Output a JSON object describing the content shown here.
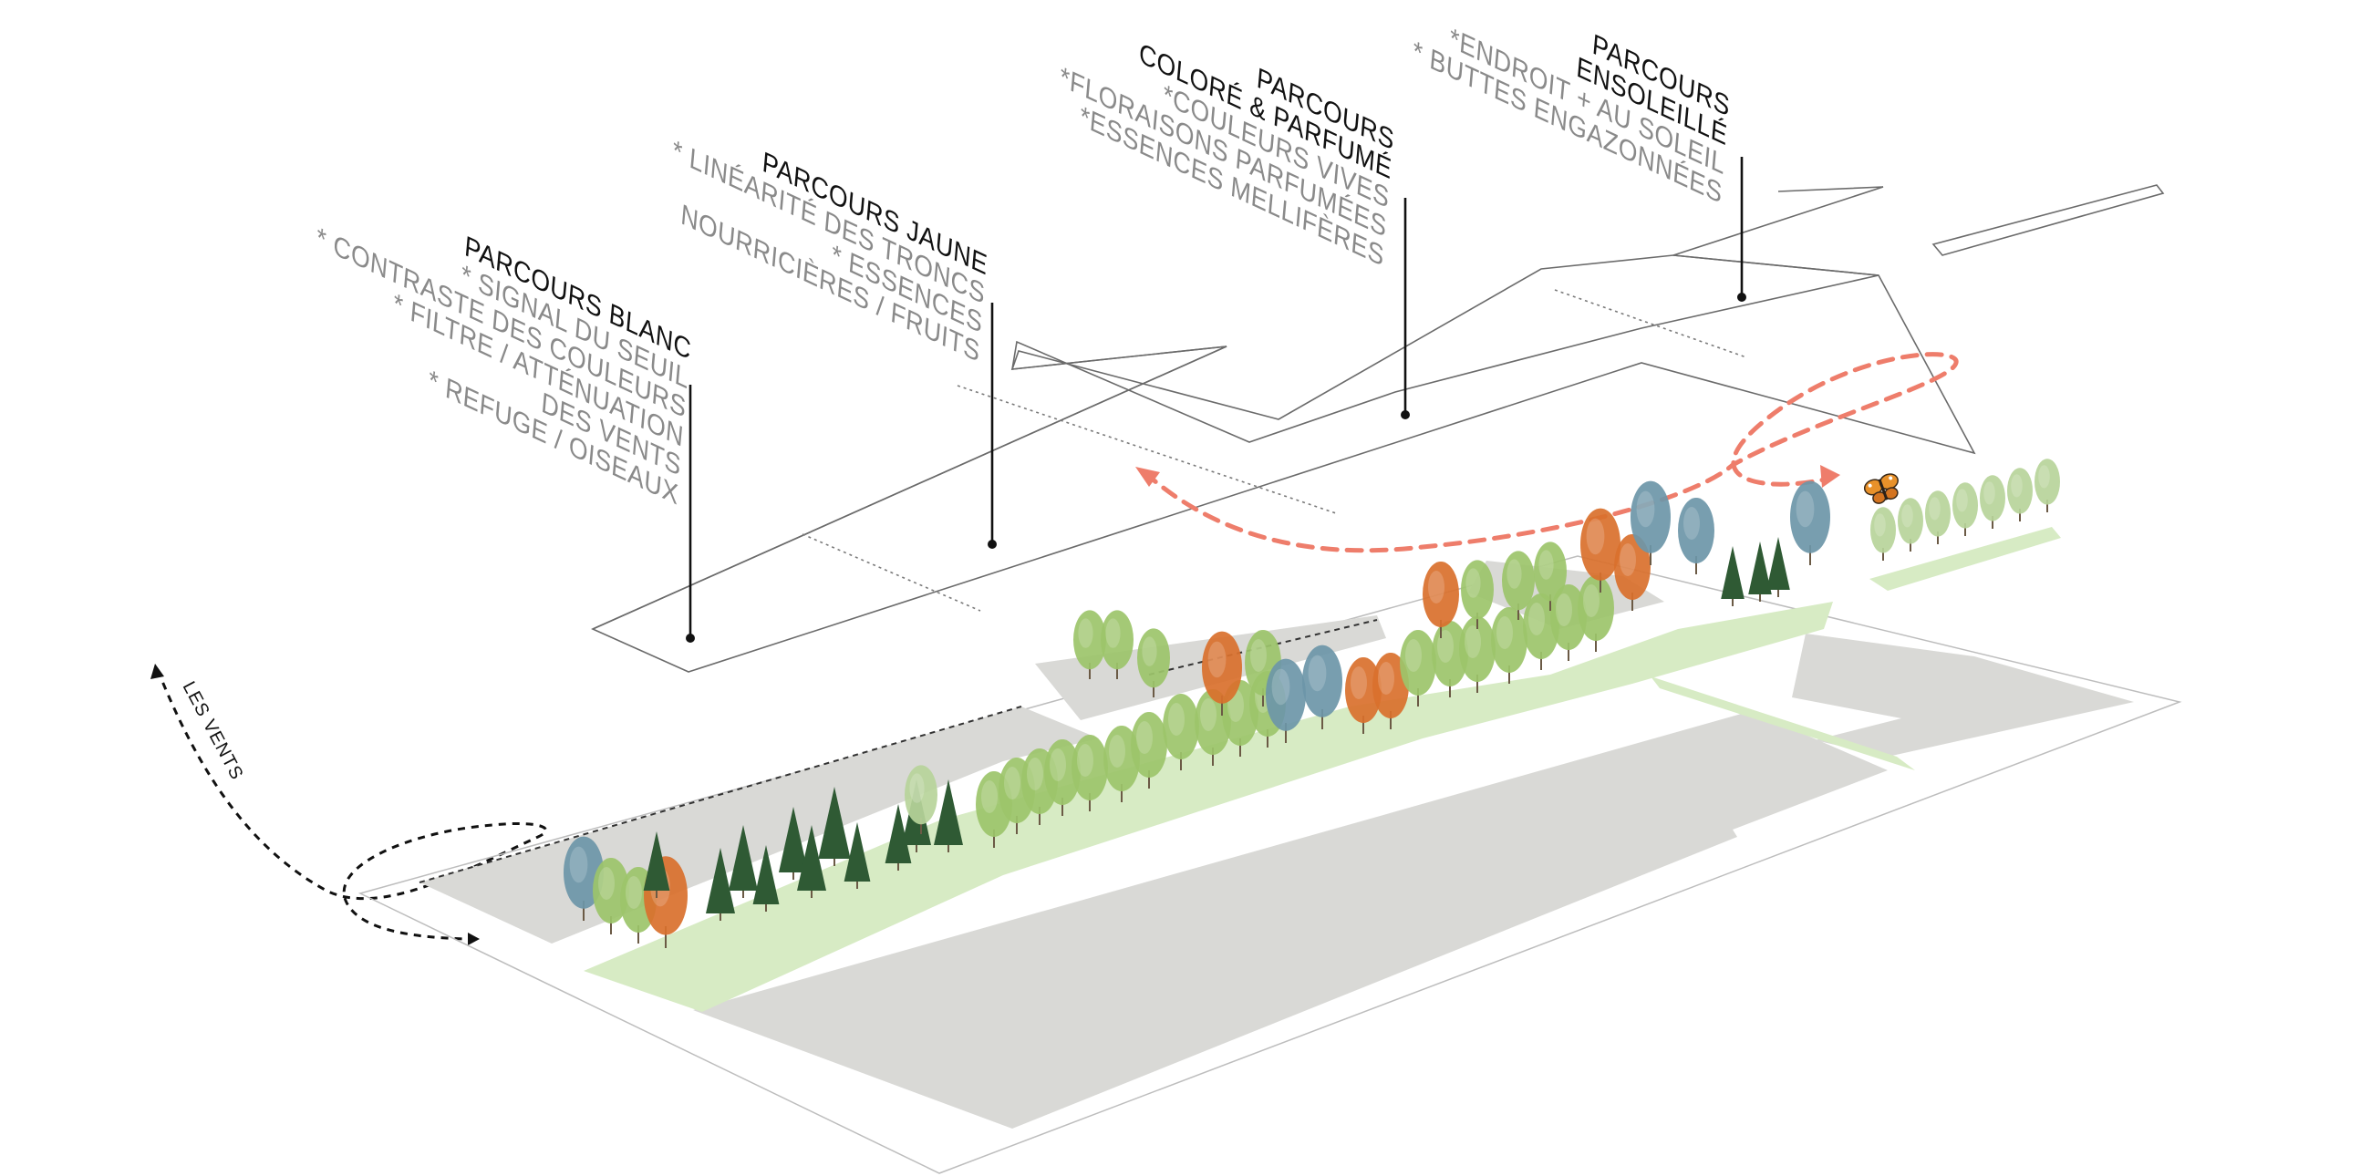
{
  "routes": [
    {
      "id": "blanc",
      "title_lines": [
        "PARCOURS BLANC"
      ],
      "note_lines": [
        "* SIGNAL DU SEUIL",
        "* CONTRASTE DES COULEURS",
        "* FILTRE / ATTÉNUATION",
        "DES VENTS",
        "* REFUGE / OISEAUX"
      ]
    },
    {
      "id": "jaune",
      "title_lines": [
        "PARCOURS JAUNE"
      ],
      "note_lines": [
        "* LINÉARITÉ DES TRONCS",
        "* ESSENCES",
        "NOURRICIÈRES / FRUITS"
      ]
    },
    {
      "id": "colore",
      "title_lines": [
        "PARCOURS",
        "COLORÉ & PARFUMÉ"
      ],
      "note_lines": [
        "*COULEURS VIVES",
        "*FLORAISONS PARFUMÉES",
        "*ESSENCES MELLIFÈRES"
      ]
    },
    {
      "id": "ensoleille",
      "title_lines": [
        "PARCOURS",
        "ENSOLEILLÉ"
      ],
      "note_lines": [
        "*ENDROIT + AU SOLEIL",
        "* BUTTES ENGAZONNÉES"
      ]
    }
  ],
  "wind_label": "LES VENTS",
  "colors": {
    "butterfly_path": "#ee7d6b",
    "wind_path": "#111111",
    "pavement": "#d9d9d6",
    "grass": "#d7ebc4",
    "tree_green": "#9cc46a",
    "tree_dark": "#2f5a34",
    "tree_blue": "#6d96a8",
    "tree_orange": "#d9702c",
    "butterfly": "#e8912a"
  },
  "icons": [
    "butterfly-icon",
    "arrow-head-icon"
  ]
}
